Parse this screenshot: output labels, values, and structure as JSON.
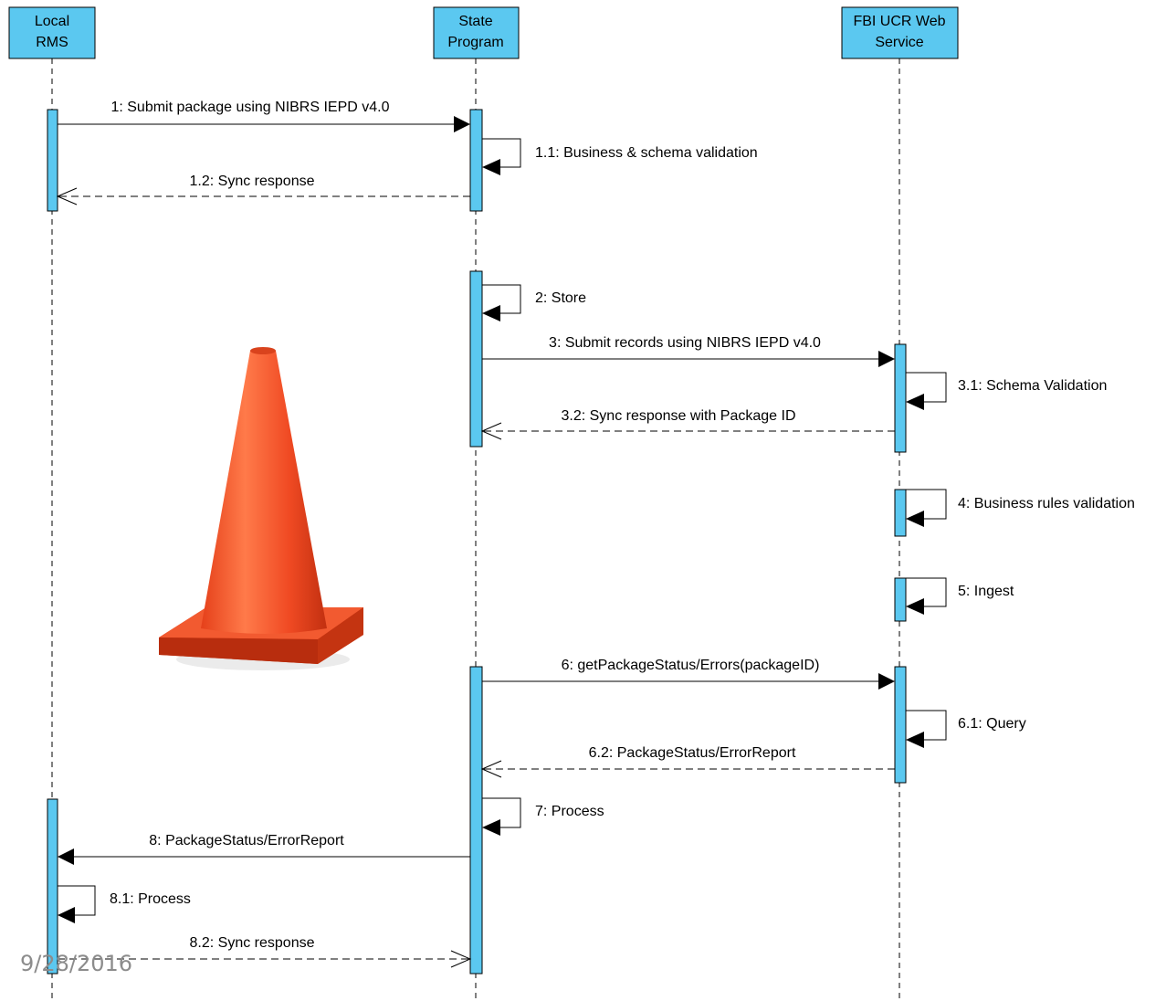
{
  "participants": [
    {
      "id": "local",
      "label_lines": [
        "Local",
        "RMS"
      ]
    },
    {
      "id": "state",
      "label_lines": [
        "State",
        "Program"
      ]
    },
    {
      "id": "fbi",
      "label_lines": [
        "FBI UCR Web",
        "Service"
      ]
    }
  ],
  "messages": [
    {
      "id": "m1",
      "label": "1: Submit package using NIBRS IEPD v4.0",
      "from": "local",
      "to": "state",
      "kind": "sync"
    },
    {
      "id": "m1_1",
      "label": "1.1: Business & schema validation",
      "from": "state",
      "to": "state",
      "kind": "self"
    },
    {
      "id": "m1_2",
      "label": "1.2: Sync response",
      "from": "state",
      "to": "local",
      "kind": "reply"
    },
    {
      "id": "m2",
      "label": "2: Store",
      "from": "state",
      "to": "state",
      "kind": "self"
    },
    {
      "id": "m3",
      "label": "3: Submit records using NIBRS IEPD v4.0",
      "from": "state",
      "to": "fbi",
      "kind": "sync"
    },
    {
      "id": "m3_1",
      "label": "3.1: Schema Validation",
      "from": "fbi",
      "to": "fbi",
      "kind": "self"
    },
    {
      "id": "m3_2",
      "label": "3.2: Sync response with Package ID",
      "from": "fbi",
      "to": "state",
      "kind": "reply"
    },
    {
      "id": "m4",
      "label": "4: Business rules validation",
      "from": "fbi",
      "to": "fbi",
      "kind": "self"
    },
    {
      "id": "m5",
      "label": "5: Ingest",
      "from": "fbi",
      "to": "fbi",
      "kind": "self"
    },
    {
      "id": "m6",
      "label": "6: getPackageStatus/Errors(packageID)",
      "from": "state",
      "to": "fbi",
      "kind": "sync"
    },
    {
      "id": "m6_1",
      "label": "6.1: Query",
      "from": "fbi",
      "to": "fbi",
      "kind": "self"
    },
    {
      "id": "m6_2",
      "label": "6.2: PackageStatus/ErrorReport",
      "from": "fbi",
      "to": "state",
      "kind": "reply"
    },
    {
      "id": "m7",
      "label": "7: Process",
      "from": "state",
      "to": "state",
      "kind": "self"
    },
    {
      "id": "m8",
      "label": "8: PackageStatus/ErrorReport",
      "from": "state",
      "to": "local",
      "kind": "sync"
    },
    {
      "id": "m8_1",
      "label": "8.1: Process",
      "from": "local",
      "to": "local",
      "kind": "self"
    },
    {
      "id": "m8_2",
      "label": "8.2: Sync response",
      "from": "local",
      "to": "state",
      "kind": "reply"
    }
  ],
  "footer": {
    "date": "9/28/2016"
  },
  "illustration": {
    "name": "traffic-cone"
  },
  "colors": {
    "participant_fill": "#5bc8f0",
    "activation_fill": "#5bc8f0",
    "cone": "#f04a23",
    "line": "#000000",
    "date_text": "#8c8c8c"
  }
}
